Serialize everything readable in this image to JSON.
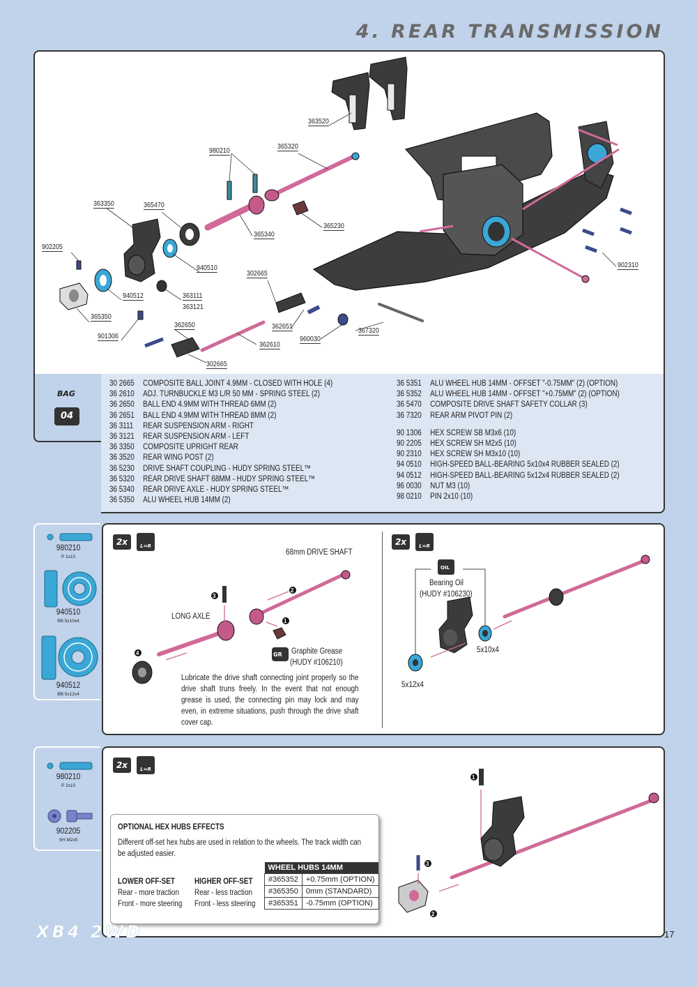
{
  "header": {
    "title": "4. REAR TRANSMISSION"
  },
  "exploded_view": {
    "labels": {
      "l363520": "363520",
      "l980210": "980210",
      "l365320": "365320",
      "l363350": "363350",
      "l365470": "365470",
      "l365230": "365230",
      "l365340": "365340",
      "l902205": "902205",
      "l940510": "940510",
      "l902310": "902310",
      "l302665a": "302665",
      "l940512": "940512",
      "l363111": "363111",
      "l363121": "363121",
      "l365350": "365350",
      "l362650": "362650",
      "l362651": "362651",
      "l367320": "367320",
      "l901306": "901306",
      "l960030": "960030",
      "l362610": "362610",
      "l302665b": "302665"
    }
  },
  "bag": {
    "word": "BAG",
    "number": "04"
  },
  "parts_left": [
    {
      "num": "30 2665",
      "desc": "COMPOSITE BALL JOINT 4.9MM - CLOSED WITH HOLE (4)"
    },
    {
      "num": "36 2610",
      "desc": "ADJ. TURNBUCKLE M3 L/R 50 MM  - SPRING STEEL (2)"
    },
    {
      "num": "36 2650",
      "desc": "BALL END 4.9MM WITH THREAD 6MM (2)"
    },
    {
      "num": "36 2651",
      "desc": "BALL END 4.9MM WITH THREAD 8MM (2)"
    },
    {
      "num": "36 3111",
      "desc": "REAR SUSPENSION ARM - RIGHT"
    },
    {
      "num": "36 3121",
      "desc": "REAR SUSPENSION ARM - LEFT"
    },
    {
      "num": "36 3350",
      "desc": "COMPOSITE UPRIGHT REAR"
    },
    {
      "num": "36 3520",
      "desc": "REAR WING POST (2)"
    },
    {
      "num": "36 5230",
      "desc": "DRIVE SHAFT COUPLING  - HUDY SPRING STEEL™"
    },
    {
      "num": "36 5320",
      "desc": "REAR DRIVE SHAFT 68MM - HUDY SPRING STEEL™"
    },
    {
      "num": "36 5340",
      "desc": "REAR DRIVE AXLE - HUDY SPRING STEEL™"
    },
    {
      "num": "36 5350",
      "desc": "ALU WHEEL HUB 14MM (2)"
    }
  ],
  "parts_right_a": [
    {
      "num": "36 5351",
      "desc": "ALU WHEEL HUB 14MM - OFFSET \"-0.75MM\" (2) (OPTION)"
    },
    {
      "num": "36 5352",
      "desc": "ALU WHEEL HUB 14MM - OFFSET \"+0.75MM\" (2) (OPTION)"
    },
    {
      "num": "36 5470",
      "desc": "COMPOSITE DRIVE SHAFT SAFETY COLLAR (3)"
    },
    {
      "num": "36 7320",
      "desc": "REAR ARM PIVOT PIN (2)"
    }
  ],
  "parts_right_b": [
    {
      "num": "90 1306",
      "desc": "HEX SCREW  SB M3x6  (10)"
    },
    {
      "num": "90 2205",
      "desc": "HEX SCREW  SH M2x5  (10)"
    },
    {
      "num": "90 2310",
      "desc": "HEX SCREW  SH M3x10  (10)"
    },
    {
      "num": "94 0510",
      "desc": "HIGH-SPEED BALL-BEARING 5x10x4 RUBBER SEALED  (2)"
    },
    {
      "num": "94 0512",
      "desc": "HIGH-SPEED BALL-BEARING 5x12x4 RUBBER SEALED  (2)"
    },
    {
      "num": "96 0030",
      "desc": "NUT M3  (10)"
    },
    {
      "num": "98 0210",
      "desc": "PIN 2x10  (10)"
    }
  ],
  "side1": {
    "items": [
      {
        "code": "980210",
        "sub": "P 2x10"
      },
      {
        "code": "940510",
        "sub": "BB 5x10x4"
      },
      {
        "code": "940512",
        "sub": "BB 5x12x4"
      }
    ]
  },
  "step1": {
    "qty": "2x",
    "lr": "L=R",
    "shaft_label": "68mm DRIVE SHAFT",
    "axle_label": "LONG AXLE",
    "grease_l1": "Graphite Grease",
    "grease_l2": "(HUDY #106210)",
    "grease_icon": "GR",
    "n1": "1",
    "n2": "2",
    "n3": "3",
    "n4": "4",
    "note": "Lubricate the drive shaft connecting joint properly so the drive shaft truns freely. In the event that not enough grease is used, the connecting pin may lock and may even, in extreme situations, push through the drive shaft cover cap."
  },
  "step2": {
    "qty": "2x",
    "lr": "L=R",
    "oil_icon": "OIL",
    "oil_l1": "Bearing Oil",
    "oil_l2": "(HUDY #106230)",
    "b1": "5x10x4",
    "b2": "5x12x4"
  },
  "side2": {
    "items": [
      {
        "code": "980210",
        "sub": "P 2x10"
      },
      {
        "code": "902205",
        "sub": "SH M2x5"
      }
    ]
  },
  "step3": {
    "qty": "2x",
    "lr": "L=R",
    "n1": "1",
    "n2": "2",
    "n3": "3",
    "info": {
      "title": "OPTIONAL HEX HUBS EFFECTS",
      "text": "Different off-set hex hubs are used in relation to the wheels. The track width can be adjusted easier.",
      "lower_title": "LOWER OFF-SET",
      "lower_1": "Rear - more traction",
      "lower_2": "Front - more steering",
      "higher_title": "HIGHER OFF-SET",
      "higher_1": "Rear - less traction",
      "higher_2": "Front - less steering",
      "table_title": "WHEEL HUBS 14MM",
      "rows": [
        {
          "part": "#365352",
          "value": "+0.75mm (OPTION)"
        },
        {
          "part": "#365350",
          "value": "0mm    (STANDARD)"
        },
        {
          "part": "#365351",
          "value": "-0.75mm   (OPTION)"
        }
      ]
    }
  },
  "footer": {
    "model": "XB4 2WD",
    "page": "17"
  },
  "colors": {
    "background": "#c1d3ea",
    "parts_pink": "#d06a98",
    "part_dark": "#3a3a3a",
    "bearing_blue": "#3aa7d6",
    "list_bg": "#dde6f3"
  }
}
